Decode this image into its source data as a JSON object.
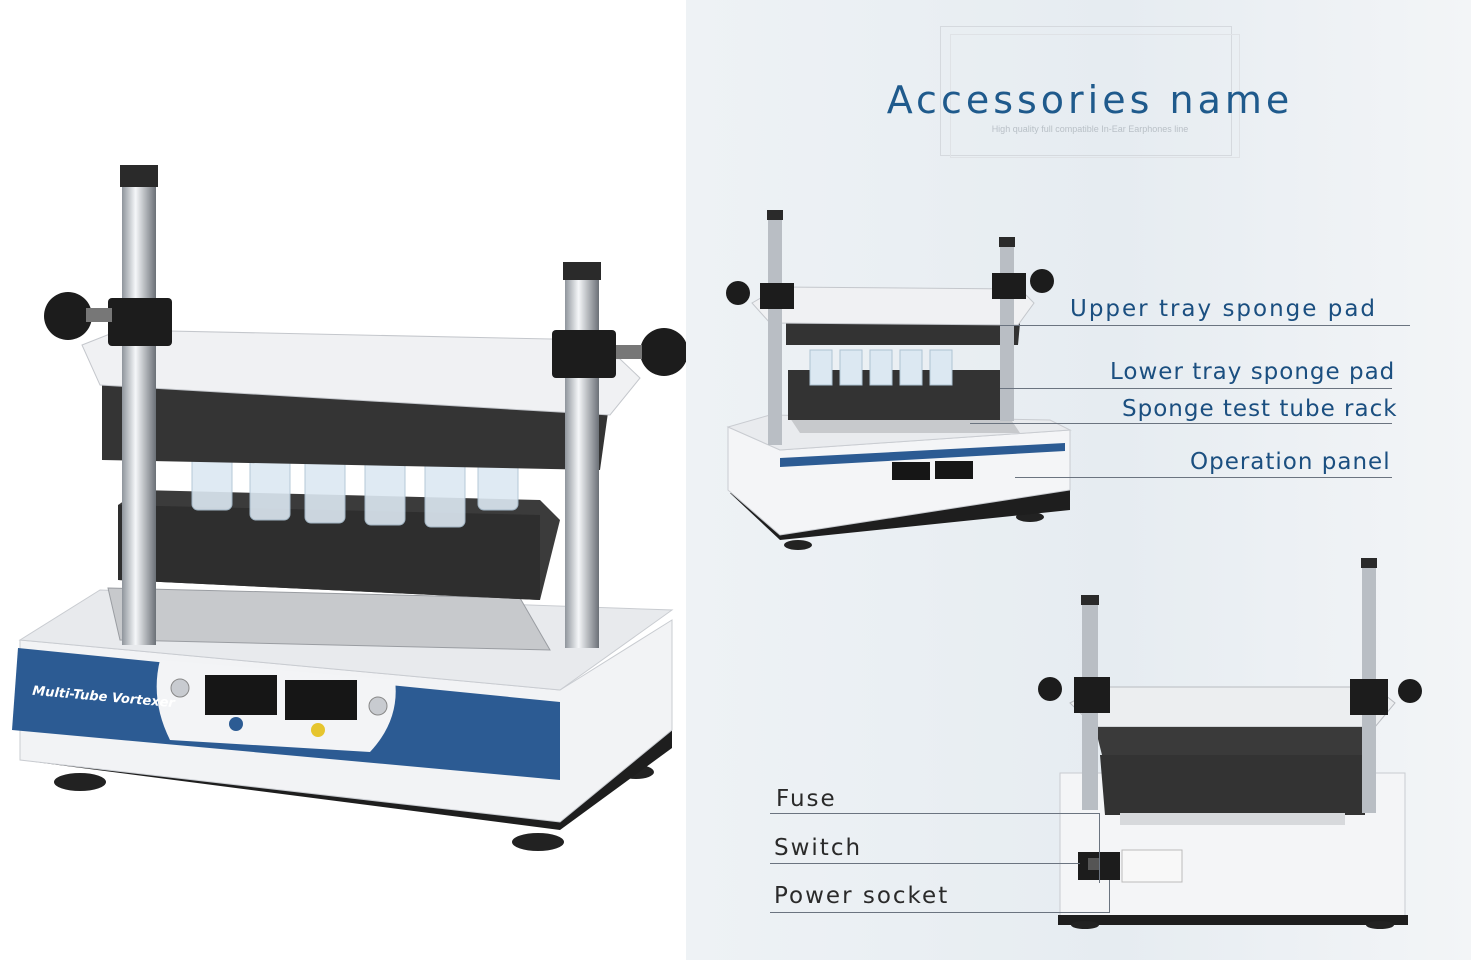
{
  "product": {
    "front_label": "Multi-Tube Vortexer"
  },
  "accessories": {
    "title": "Accessories name",
    "subtitle": "High quality full compatible In-Ear Earphones line"
  },
  "callouts_front": [
    {
      "label": "Upper tray sponge pad"
    },
    {
      "label": "Lower tray sponge pad"
    },
    {
      "label": "Sponge test tube rack"
    },
    {
      "label": "Operation panel"
    }
  ],
  "callouts_back": [
    {
      "label": "Fuse"
    },
    {
      "label": "Switch"
    },
    {
      "label": "Power socket"
    }
  ],
  "colors": {
    "brand_blue": "#2c5b93",
    "label_blue": "#1b4f80",
    "foam": "#3a3a3a"
  }
}
